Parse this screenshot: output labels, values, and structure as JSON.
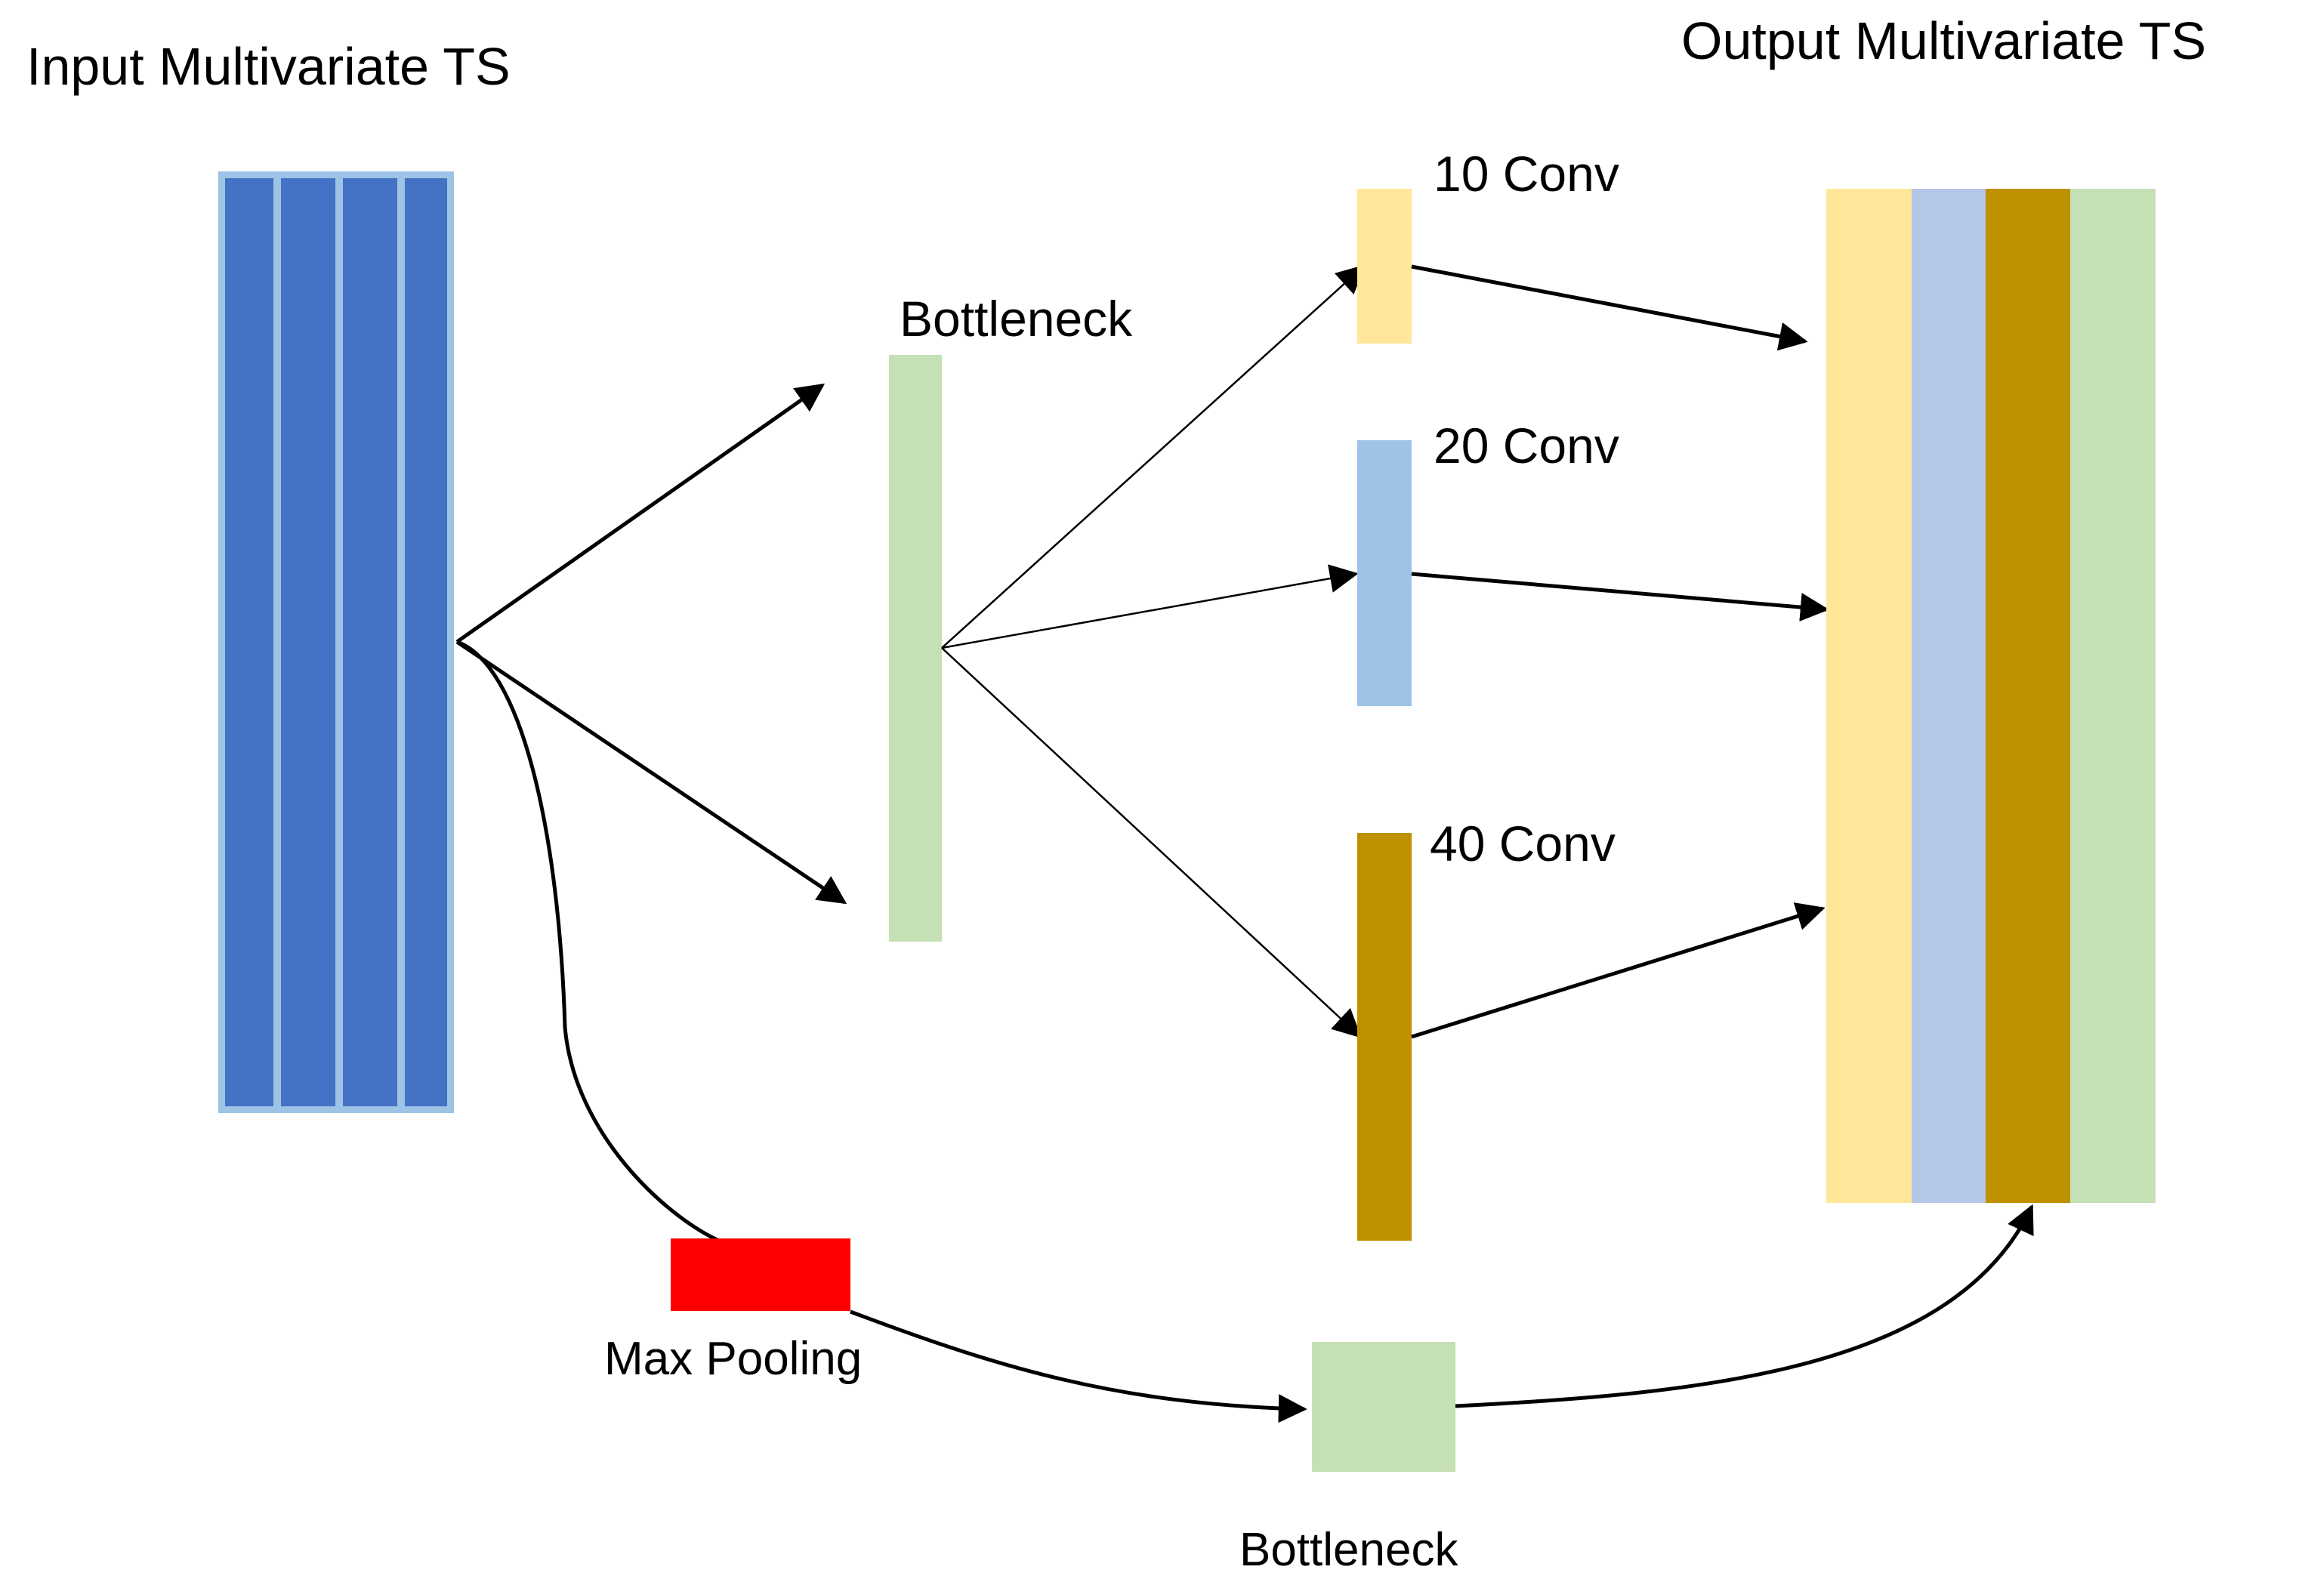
{
  "labels": {
    "input_title": "Input Multivariate TS",
    "output_title": "Output Multivariate TS",
    "bottleneck_top": "Bottleneck",
    "conv_10": "10 Conv",
    "conv_20": "20 Conv",
    "conv_40": "40 Conv",
    "max_pooling": "Max Pooling",
    "bottleneck_bottom": "Bottleneck"
  },
  "colors": {
    "input_fill": "#4472C4",
    "input_border": "#9DC3E6",
    "bottleneck": "#C5E0B4",
    "conv_10": "#FFE699",
    "conv_20": "#9DC3E6",
    "conv_40": "#BF9000",
    "output_yellow": "#FFE699",
    "output_blue": "#B4C7E7",
    "output_gold": "#BF9000",
    "output_green": "#C5E0B4",
    "max_pool": "#FF0000",
    "arrow": "#000000"
  }
}
